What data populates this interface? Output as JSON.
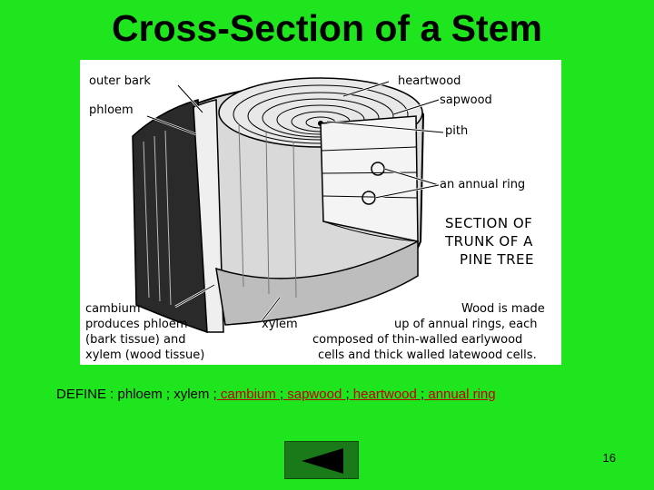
{
  "slide": {
    "title": "Cross-Section of a Stem",
    "page_number": "16"
  },
  "figure": {
    "labels": {
      "outer_bark": "outer bark",
      "phloem": "phloem",
      "heartwood": "heartwood",
      "sapwood": "sapwood",
      "pith": "pith",
      "annual_ring": "an annual ring",
      "section_line1": "SECTION OF",
      "section_line2": "TRUNK OF A",
      "section_line3": "PINE TREE",
      "cambium_line1": "cambium",
      "cambium_line2": "produces phloem",
      "cambium_line3": "(bark tissue) and",
      "cambium_line4": "xylem (wood tissue)",
      "xylem": "xylem",
      "wood_line1": "Wood is made",
      "wood_line2": "up of annual rings, each",
      "wood_line3": "composed of thin-walled earlywood",
      "wood_line4": "cells and thick walled latewood cells."
    }
  },
  "define": {
    "prefix": "DEFINE : phloem ; xylem ;",
    "term_cambium": " cambium ",
    "sep1": ";",
    "term_sapwood": " sapwood ",
    "sep2": ";",
    "term_heartwood": " heartwood ",
    "sep3": ";",
    "term_annual_ring": " annual ring"
  },
  "nav": {
    "back_icon": "back-triangle-icon"
  },
  "colors": {
    "background": "#1ee51e",
    "link": "#c00000",
    "nav_button": "#1a7a1a"
  }
}
